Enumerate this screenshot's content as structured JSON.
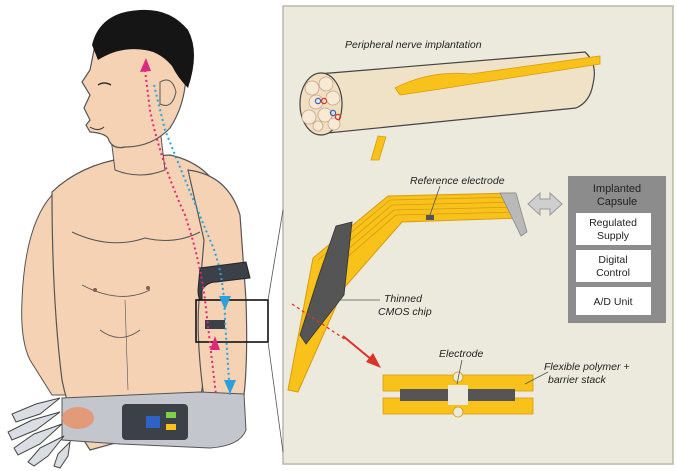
{
  "labels": {
    "peripheral": "Peripheral nerve implantation",
    "reference": "Reference electrode",
    "thinned_line1": "Thinned",
    "thinned_line2": "CMOS chip",
    "electrode": "Electrode",
    "flexible_line1": "Flexible polymer +",
    "flexible_line2": "barrier stack"
  },
  "capsule": {
    "title_line1": "Implanted",
    "title_line2": "Capsule",
    "boxes": [
      {
        "line1": "Regulated",
        "line2": "Supply"
      },
      {
        "line1": "Digital",
        "line2": "Control"
      },
      {
        "line1": "A/D Unit",
        "line2": ""
      }
    ]
  },
  "colors": {
    "panel_bg": "#eceadc",
    "panel_border": "#b9b7a8",
    "skin": "#f6d2b4",
    "hair": "#151515",
    "yellow": "#f8c21a",
    "yellow_dark": "#d99b10",
    "capsule_bg": "#8c8c8c",
    "signal_up": "#e0287a",
    "signal_down": "#2c9fdc",
    "arrow_red": "#d9342b"
  }
}
